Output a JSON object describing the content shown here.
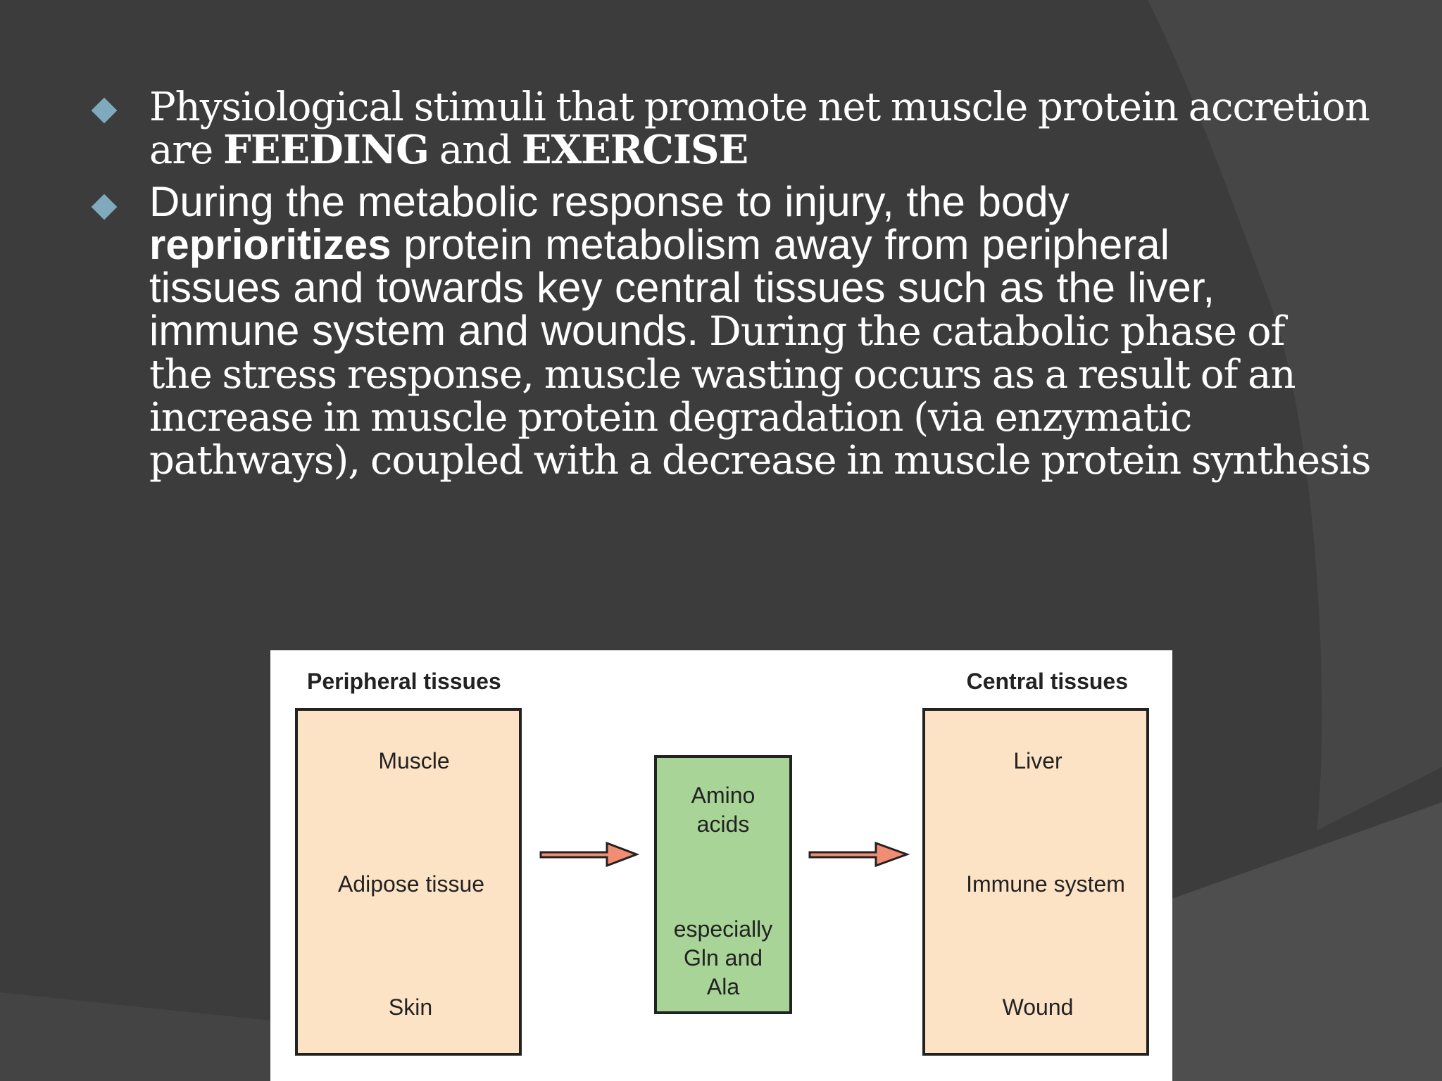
{
  "slide": {
    "bullet_1": {
      "line_1": "Physiological stimuli that promote net muscle protein accretion",
      "line_2_pre": "are ",
      "feeding": "FEEDING",
      "and": " and ",
      "exercise": "EXERCISE"
    },
    "bullet_2": {
      "intro": "During the metabolic response to injury, the body",
      "bold_word": "reprioritizes",
      "rest_1": " protein metabolism away from peripheral",
      "rest_2": "tissues and towards key central tissues such as the liver,",
      "rest_3": "immune system and wounds.",
      "serif_1": " During the catabolic phase of",
      "serif_2": "the stress response, muscle wasting occurs as a result of an",
      "serif_3": "increase in muscle protein degradation (via enzymatic",
      "serif_4": "pathways), coupled with a decrease in muscle protein synthesis"
    }
  },
  "diagram": {
    "peripheral_title": "Peripheral tissues",
    "central_title": "Central tissues",
    "peripheral_items": [
      "Muscle",
      "Adipose tissue",
      "Skin"
    ],
    "amino_top": [
      "Amino",
      "acids"
    ],
    "amino_bottom": [
      "especially",
      "Gln and",
      "Ala"
    ],
    "central_items": [
      "Liver",
      "Immune system",
      "Wound"
    ],
    "colors": {
      "tissue_box": "#fde3c6",
      "amino_box": "#a8d497",
      "arrow": "#f18d73",
      "bullet": "#7fa9bd",
      "background": "#3c3c3c"
    }
  }
}
